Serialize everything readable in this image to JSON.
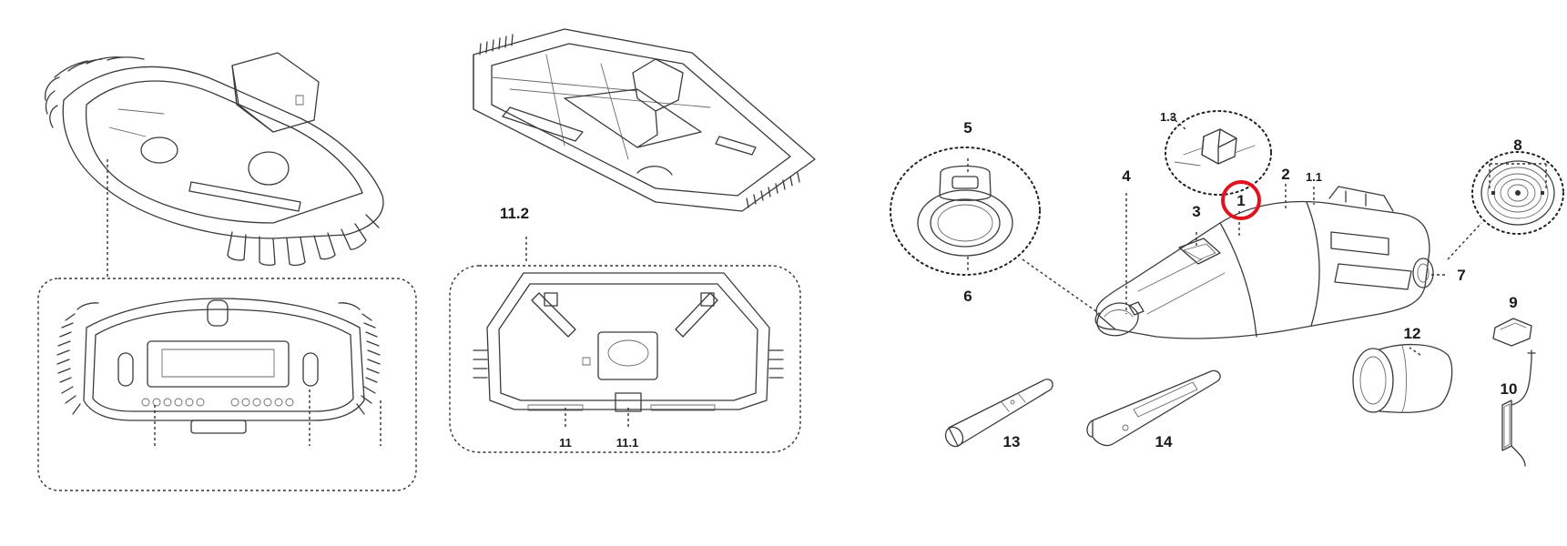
{
  "diagram": {
    "highlight_color": "#e0141c",
    "callouts": [
      "1",
      "1.1",
      "1.3",
      "2",
      "3",
      "4",
      "5",
      "6",
      "7",
      "8",
      "9",
      "10",
      "11",
      "11.1",
      "11.2",
      "12",
      "13",
      "14"
    ],
    "highlighted": "1"
  }
}
